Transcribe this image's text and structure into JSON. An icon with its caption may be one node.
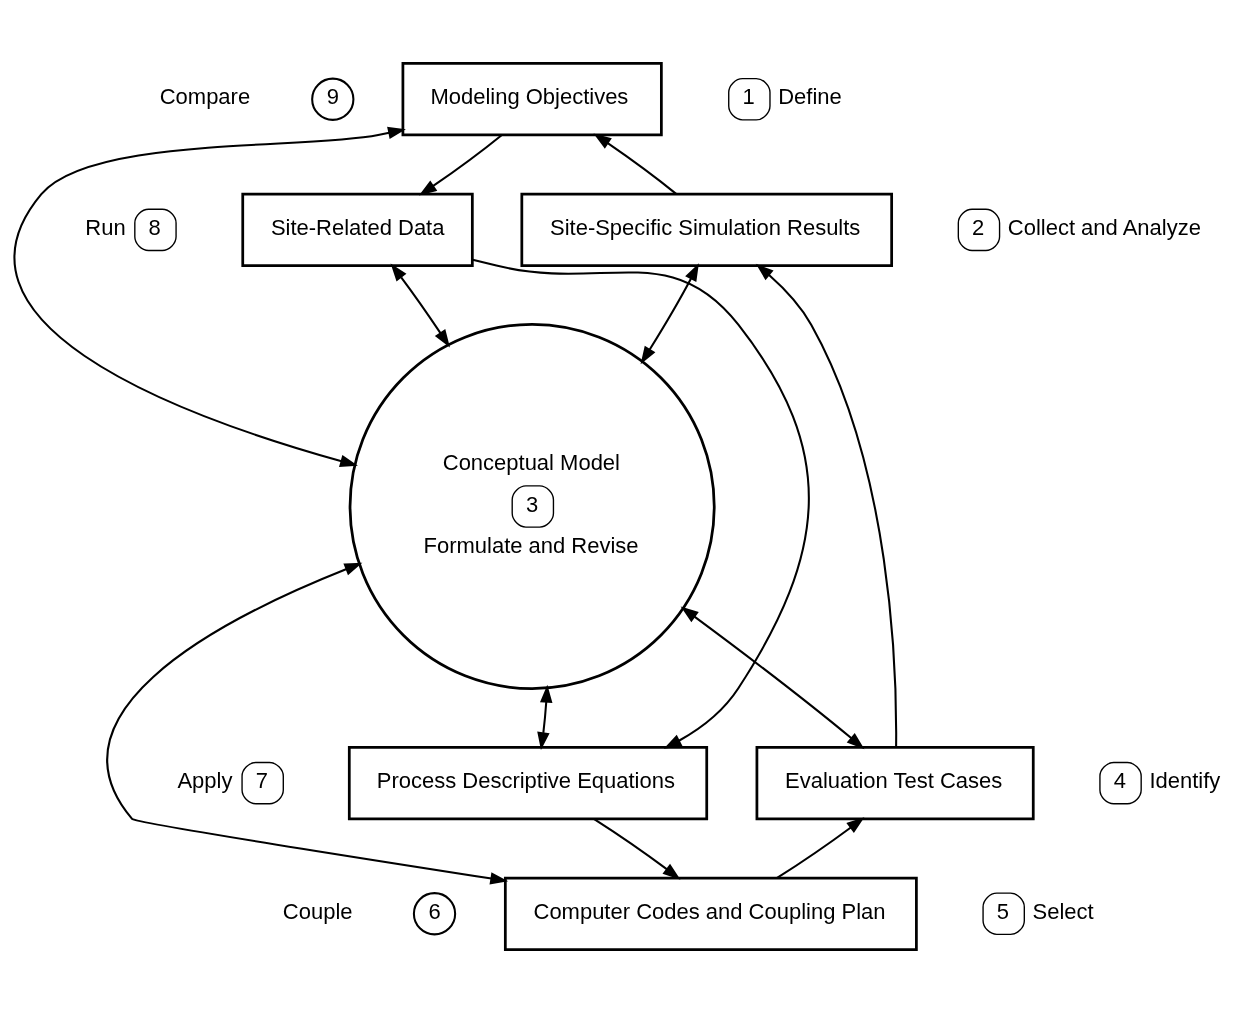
{
  "diagram": {
    "nodes": [
      {
        "text": [
          "Conceptual Model",
          "3",
          "Formulate and Revise"
        ]
      },
      {
        "text": [
          "Modeling Objectives"
        ],
        "beside": [
          "1",
          "Define"
        ]
      },
      {
        "text": [
          "Site-Related Data"
        ],
        "beside": [
          "2",
          "Collect and Analyze"
        ]
      },
      {
        "text": [
          "Process Descriptive Equations"
        ],
        "beside": [
          "4",
          "Identify"
        ]
      },
      {
        "text": [
          "Computer Codes and Coupling Plan"
        ],
        "beside": [
          "5",
          "Select"
        ]
      },
      {
        "text": [
          "Evaluation Test Cases"
        ],
        "beside": [
          "7",
          "Apply"
        ]
      },
      {
        "text": [
          "Site-Specific Simulation Results"
        ],
        "beside": [
          "8",
          "Run"
        ]
      }
    ],
    "edges": [
      {
        "from": 1,
        "to": 2,
        "arrow": "to"
      },
      {
        "from": 2,
        "to": 3,
        "arrow": "to"
      },
      {
        "from": 3,
        "to": 4,
        "arrow": "to"
      },
      {
        "from": 4,
        "to": 5,
        "arrow": "to"
      },
      {
        "from": 5,
        "to": 6,
        "arrow": "to"
      },
      {
        "from": 6,
        "to": 1,
        "arrow": "to"
      },
      {
        "from": 0,
        "to": 1,
        "arrow": "both"
      },
      {
        "from": 0,
        "to": 2,
        "arrow": "both"
      },
      {
        "from": 0,
        "to": 3,
        "arrow": "both"
      },
      {
        "from": 0,
        "to": 4,
        "arrow": "both"
      },
      {
        "from": 0,
        "to": 5,
        "arrow": "both"
      },
      {
        "from": 0,
        "to": 6,
        "arrow": "both"
      }
    ],
    "labels": [
      "Compare",
      "9",
      "Couple",
      "6"
    ]
  }
}
